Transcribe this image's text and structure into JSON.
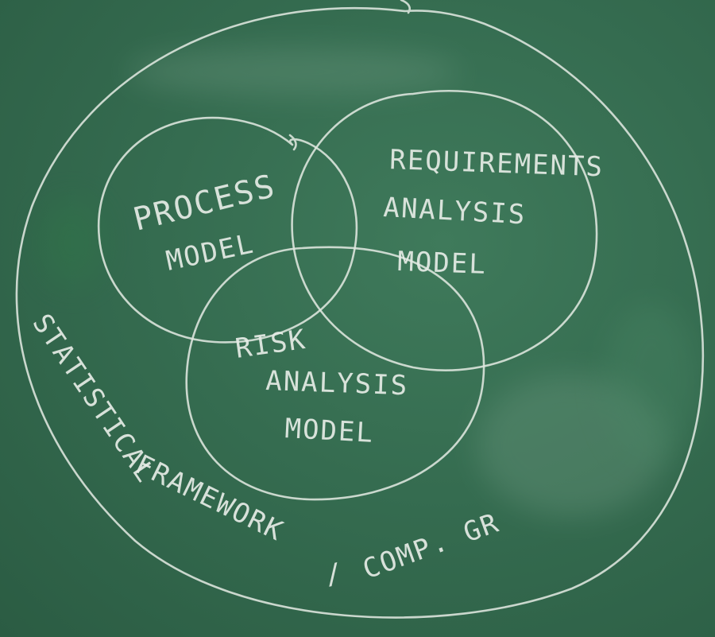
{
  "board": {
    "color": "#356c50",
    "chalk_color": "#e6ece6"
  },
  "circles": {
    "process": {
      "line1": "PROCESS",
      "line2": "MODEL"
    },
    "requirements": {
      "line1": "REQUIREMENTS",
      "line2": "ANALYSIS",
      "line3": "MODEL"
    },
    "risk": {
      "line1": "RISK",
      "line2": "ANALYSIS",
      "line3": "MODEL"
    }
  },
  "outer_caption": {
    "part1": "STATISTICAL",
    "part2": "FRAMEWORK",
    "separator": "/",
    "part3": "COMP. GR"
  }
}
